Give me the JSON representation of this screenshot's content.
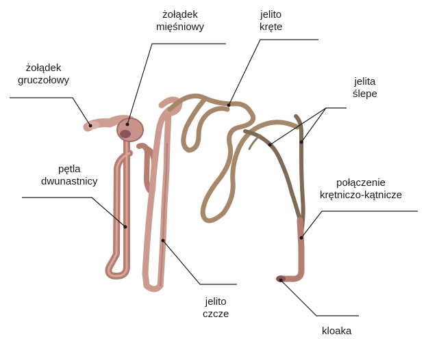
{
  "labels": {
    "zoladek_miesniowy": [
      "żołądek",
      "mięśniowy"
    ],
    "jelito_krete": [
      "jelito",
      "kręte"
    ],
    "zoladek_gruczolowy": [
      "żołądek",
      "gruczołowy"
    ],
    "jelita_slepe": [
      "jelita",
      "ślepe"
    ],
    "petla_dwunastnicy": [
      "pętla",
      "dwunastnicy"
    ],
    "polaczenie": [
      "połączenie",
      "krętniczo-kątnicze"
    ],
    "jelito_czcze": [
      "jelito",
      "czcze"
    ],
    "kloaka": [
      "kloaka"
    ]
  },
  "colors": {
    "intestine_outer": "#b57d6f",
    "intestine_inner": "#d9a79a",
    "ileum": "#a6876a",
    "ceca": "#7d6b56",
    "stomach": "#cf9e92",
    "leader_line": "#1a1a1a"
  }
}
